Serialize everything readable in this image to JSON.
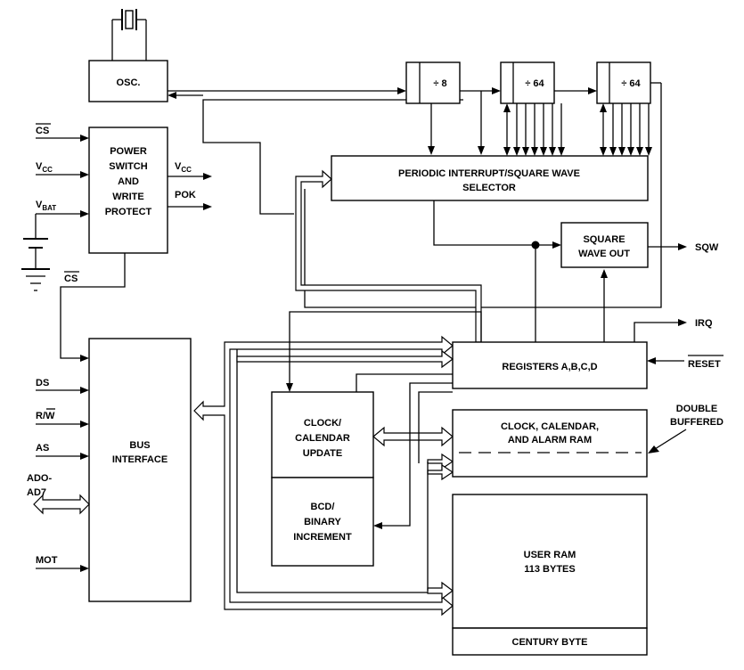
{
  "blocks": {
    "osc": "OSC.",
    "power_switch": [
      "POWER",
      "SWITCH",
      "AND",
      "WRITE",
      "PROTECT"
    ],
    "div8": "÷ 8",
    "div64a": "÷ 64",
    "div64b": "÷ 64",
    "periodic": [
      "PERIODIC INTERRUPT/SQUARE WAVE",
      "SELECTOR"
    ],
    "square_wave_out": [
      "SQUARE",
      "WAVE OUT"
    ],
    "registers": "REGISTERS A,B,C,D",
    "clock_update": [
      "CLOCK/",
      "CALENDAR",
      "UPDATE"
    ],
    "bcd": [
      "BCD/",
      "BINARY",
      "INCREMENT"
    ],
    "clock_ram": [
      "CLOCK, CALENDAR,",
      "AND ALARM RAM"
    ],
    "bus_interface": [
      "BUS",
      "INTERFACE"
    ],
    "user_ram": [
      "USER RAM",
      "113 BYTES"
    ],
    "century": "CENTURY BYTE"
  },
  "signals": {
    "cs_top": "CS",
    "vcc_in": "V",
    "vcc_in_sub": "CC",
    "vbat": "V",
    "vbat_sub": "BAT",
    "cs_bottom": "CS",
    "vcc_out": "V",
    "vcc_out_sub": "CC",
    "pok": "POK",
    "ds": "DS",
    "rw": "R/W",
    "as": "AS",
    "ad_top": "ADO-",
    "ad_bottom": "AD7",
    "mot": "MOT",
    "sqw": "SQW",
    "irq": "IRQ",
    "reset": "RESET",
    "double_buffered": [
      "DOUBLE",
      "BUFFERED"
    ]
  }
}
